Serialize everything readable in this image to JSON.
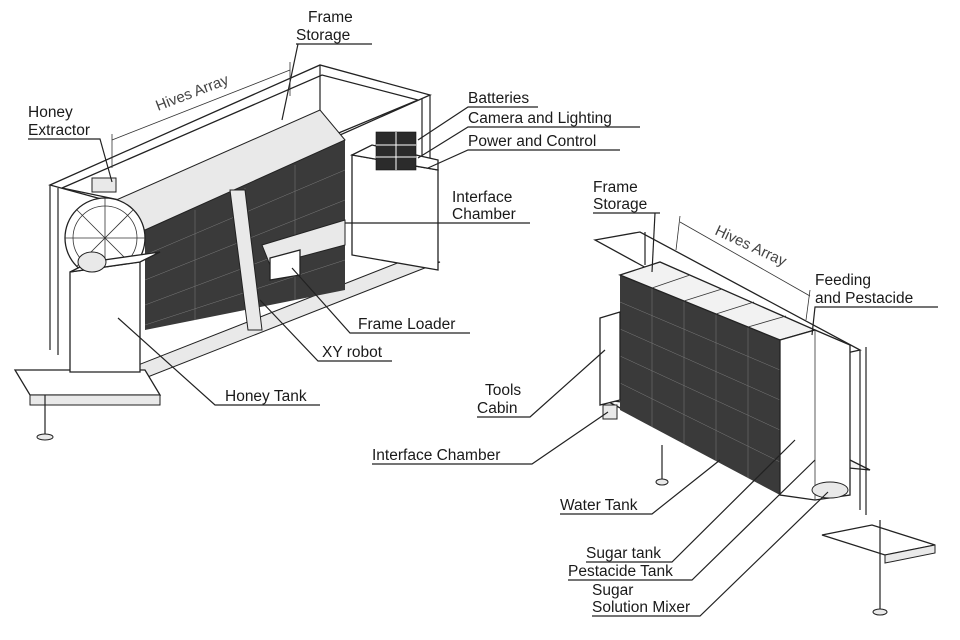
{
  "left_unit": {
    "labels": {
      "frame_storage": [
        "Frame",
        "Storage"
      ],
      "hives_array": "Hives Array",
      "honey_extractor": [
        "Honey",
        "Extractor"
      ],
      "batteries": "Batteries",
      "camera_lighting": "Camera and Lighting",
      "power_control": "Power and Control",
      "interface_chamber": [
        "Interface",
        "Chamber"
      ],
      "frame_loader": "Frame Loader",
      "xy_robot": "XY robot",
      "honey_tank": "Honey Tank"
    }
  },
  "right_unit": {
    "labels": {
      "frame_storage": [
        "Frame",
        "Storage"
      ],
      "hives_array": "Hives Array",
      "feeding": [
        "Feeding",
        "and Pestacide"
      ],
      "tools_cabin": [
        "Tools",
        "Cabin"
      ],
      "interface_chamber": "Interface Chamber",
      "water_tank": "Water Tank",
      "sugar_tank": "Sugar tank",
      "pestacide_tank": "Pestacide Tank",
      "sugar_mixer": [
        "Sugar",
        "Solution Mixer"
      ]
    }
  }
}
